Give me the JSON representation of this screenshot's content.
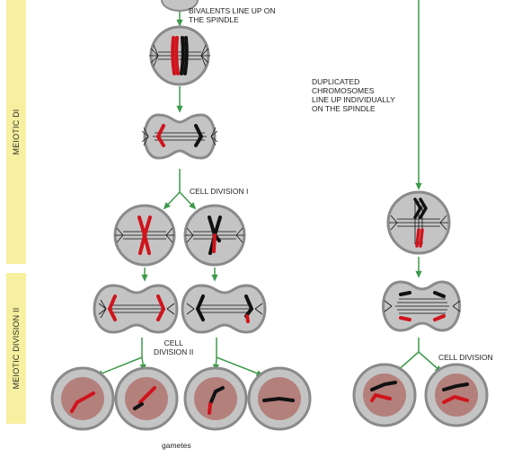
{
  "side_labels": {
    "meiotic_division_1": "MEIOTIC DI",
    "meiotic_division_2": "MEIOTIC DIVISION II"
  },
  "labels": {
    "bivalents": "BIVALENTS LINE UP ON\nTHE SPINDLE",
    "duplicated": "DUPLICATED\nCHROMOSOMES\nLINE UP INDIVIDUALLY\nON THE SPINDLE",
    "cell_division_1": "CELL DIVISION I",
    "cell_division_2": "CELL\nDIVISION II",
    "cell_division": "CELL DIVISION",
    "gametes": "gametes"
  },
  "colors": {
    "cell_fill": "#c4c4c4",
    "cell_stroke": "#8a8a8a",
    "nucleus": "#b3807c",
    "chrom_red": "#d0141c",
    "chrom_black": "#111111",
    "arrow": "#3d9a4a",
    "band": "#f7f0a0"
  }
}
